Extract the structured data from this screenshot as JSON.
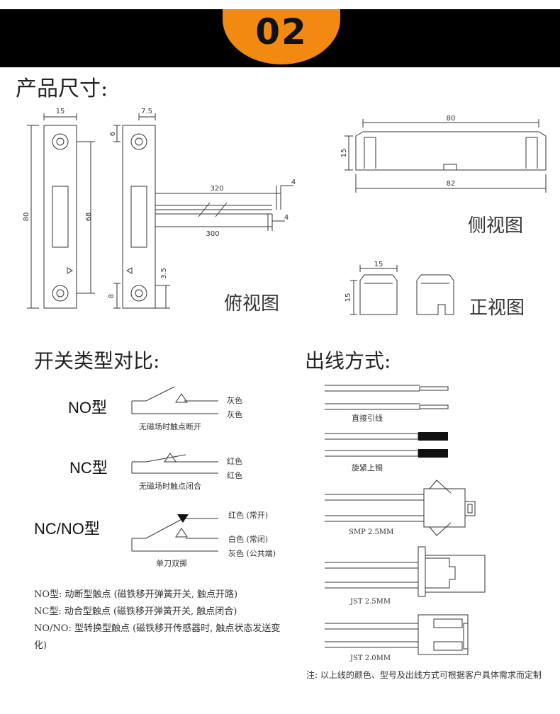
{
  "section_number": "02",
  "headings": {
    "dimensions": "产品尺寸:",
    "switch_compare": "开关类型对比:",
    "wiring": "出线方式:"
  },
  "views": {
    "top": "俯视图",
    "side": "侧视图",
    "front": "正视图"
  },
  "dimensions": {
    "width": "15",
    "half_width": "7.5",
    "hole_offset": "6",
    "length": "80",
    "hole_pitch": "68",
    "bottom_offset": "3.5",
    "bottom_hole": "8",
    "lead_1": "320",
    "lead_2": "300",
    "strip": "4",
    "side_length_top": "80",
    "side_length_bottom": "82",
    "side_height": "15",
    "front_width": "15",
    "front_height": "15"
  },
  "switch_types": [
    {
      "name": "NO型",
      "wires": [
        "灰色",
        "灰色"
      ],
      "caption": "无磁场时触点断开"
    },
    {
      "name": "NC型",
      "wires": [
        "红色",
        "红色"
      ],
      "caption": "无磁场时触点闭合"
    },
    {
      "name": "NC/NO型",
      "wires": [
        "红色 (常开)",
        "白色 (常闭)",
        "灰色 (公共端)"
      ],
      "caption": "单刀双掷"
    }
  ],
  "notes": [
    "NO型: 动断型触点 (磁铁移开弹簧开关, 触点开路)",
    "NC型: 动合型触点 (磁铁移开弹簧开关, 触点闭合)",
    "NO/NO: 型转换型触点 (磁铁移开传感器时, 触点状态发送变化)"
  ],
  "wiring_options": [
    {
      "label": "直接引线"
    },
    {
      "label": "旋紧上锡"
    },
    {
      "label": "SMP 2.5MM"
    },
    {
      "label": "JST 2.5MM"
    },
    {
      "label": "JST 2.0MM"
    }
  ],
  "footnote": "注: 以上线的颜色、型号及出线方式可根据客户具体需求而定制",
  "colors": {
    "banner": "#000000",
    "badge": "#f28a11"
  }
}
